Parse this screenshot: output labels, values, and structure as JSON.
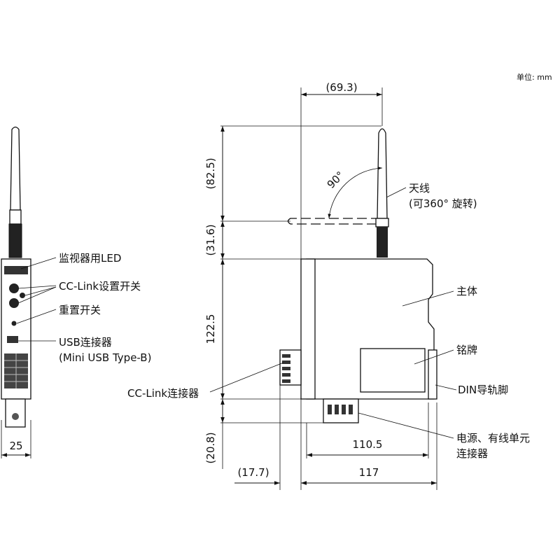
{
  "unit_label": "单位: mm",
  "dimensions": {
    "antenna_offset": "(69.3)",
    "antenna_height": "(82.5)",
    "antenna_base": "(31.6)",
    "body_height": "122.5",
    "bottom_connector": "(20.8)",
    "side_connector": "(17.7)",
    "depth_without_rail": "110.5",
    "depth_total": "117",
    "front_width": "25",
    "rotation_angle": "90°"
  },
  "labels": {
    "monitor_led": "监视器用LED",
    "cc_link_switch": "CC-Link设置开关",
    "reset_switch": "重置开关",
    "usb_connector_line1": "USB连接器",
    "usb_connector_line2": "(Mini USB Type-B)",
    "cc_link_connector": "CC-Link连接器",
    "antenna_line1": "天线",
    "antenna_line2": "(可360° 旋转)",
    "main_body": "主体",
    "nameplate": "铭牌",
    "din_rail_foot": "DIN导轨脚",
    "power_connector_line1": "电源、有线单元",
    "power_connector_line2": "连接器"
  }
}
